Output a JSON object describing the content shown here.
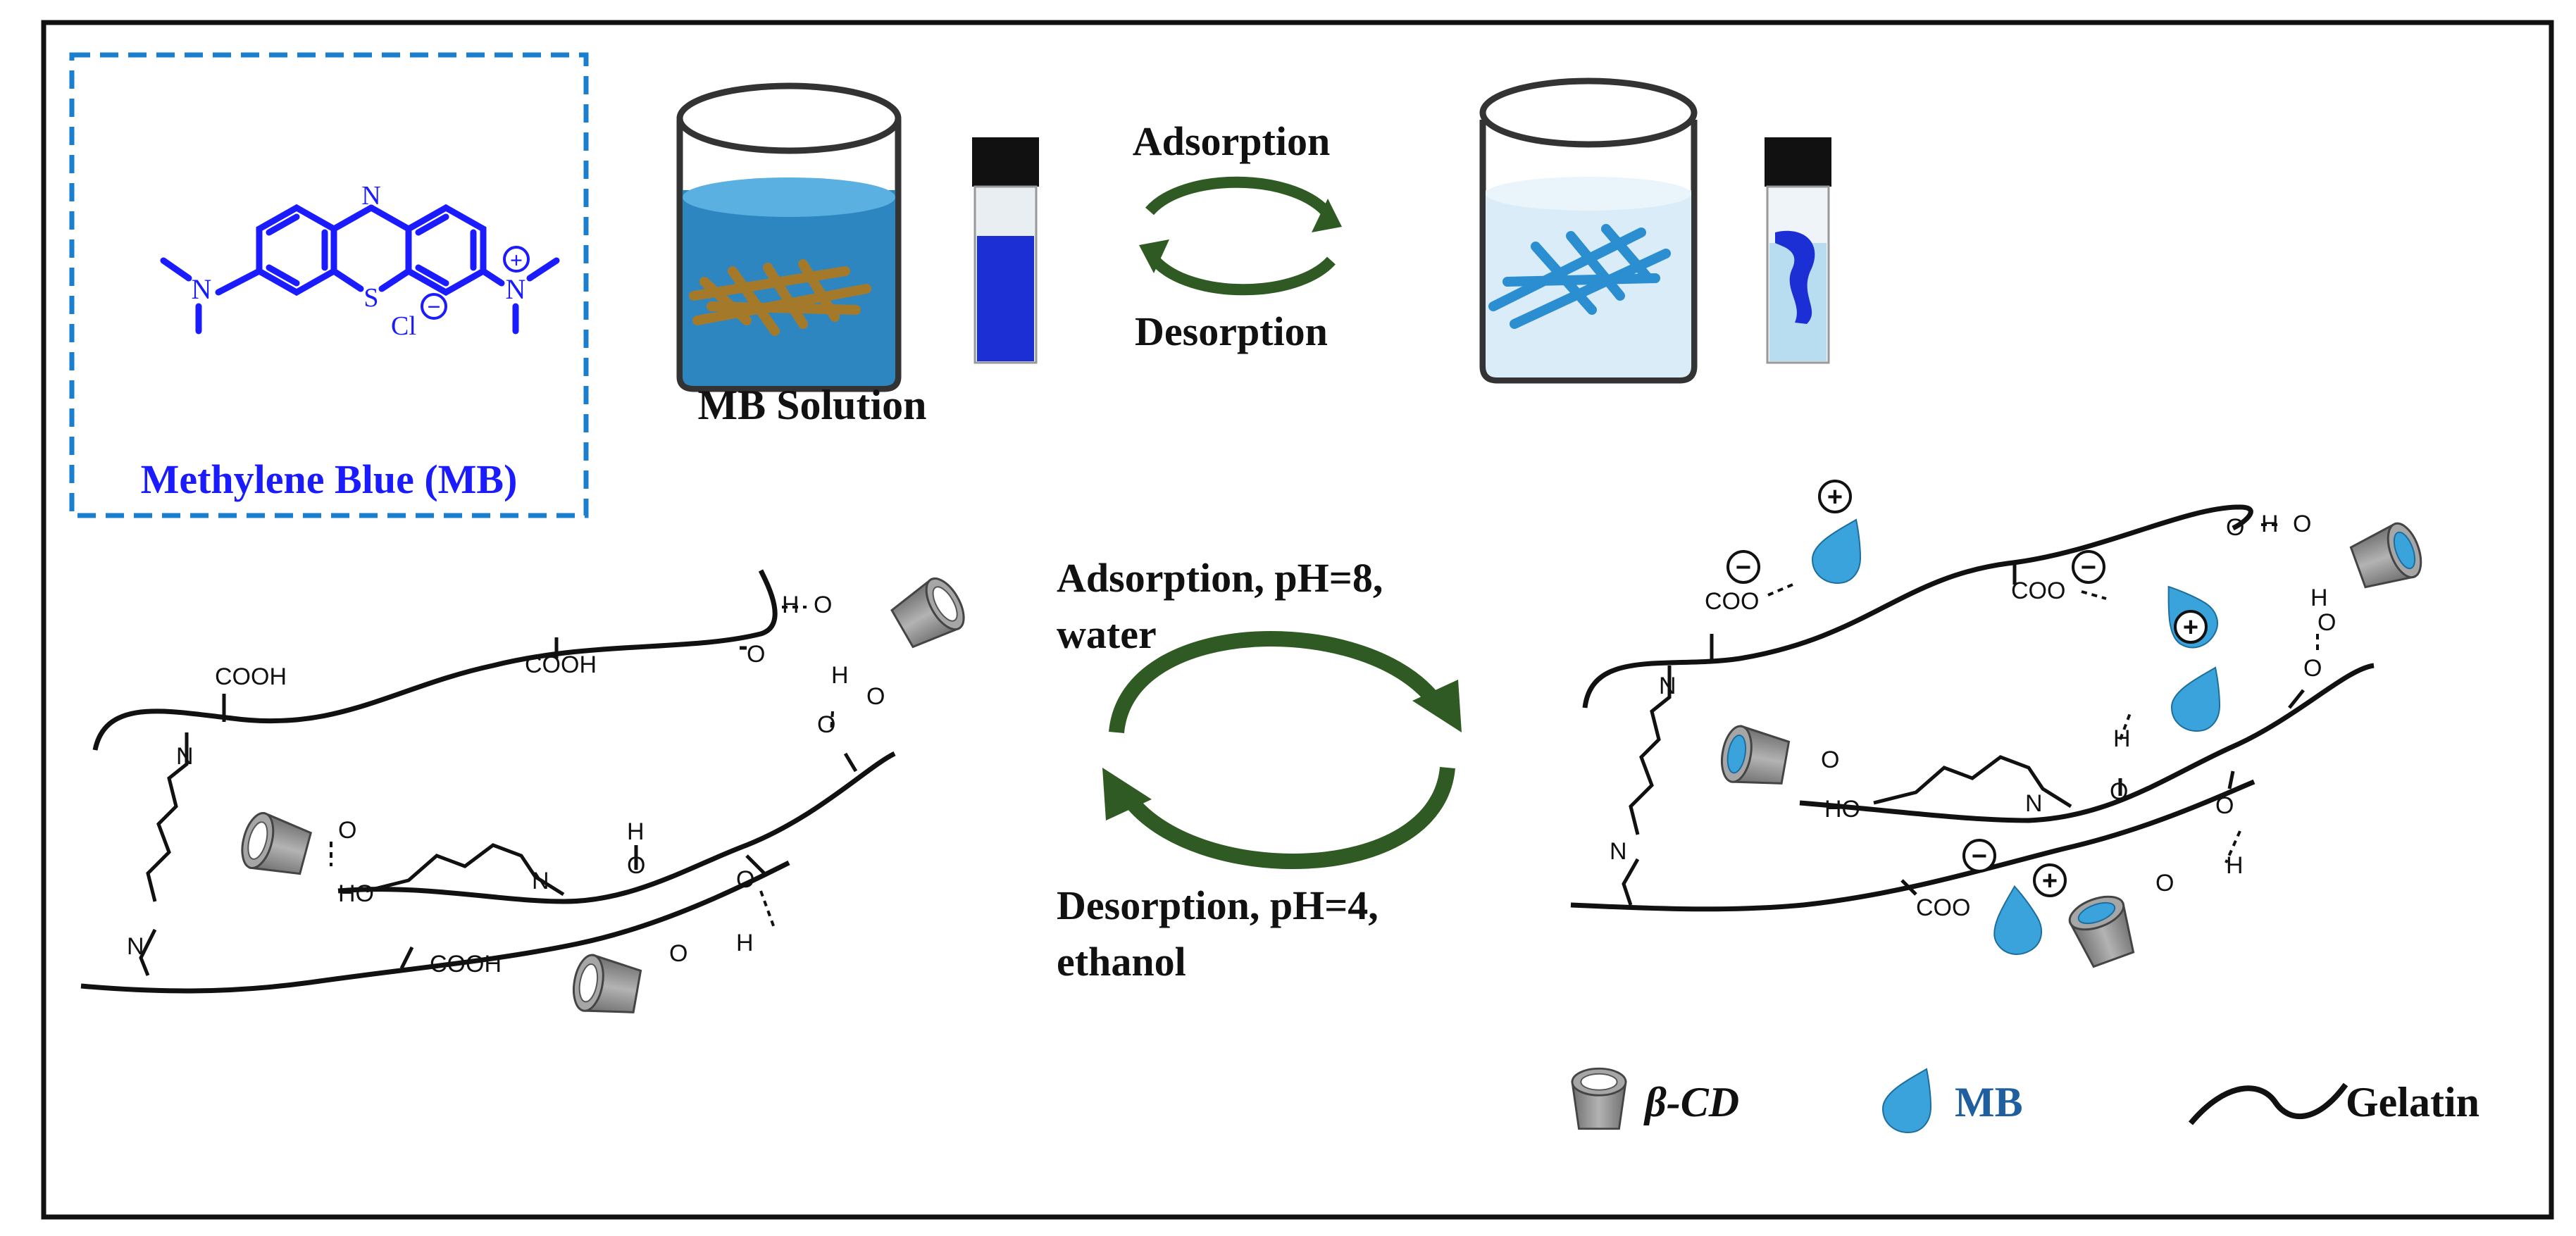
{
  "molecule": {
    "title": "Methylene Blue (MB)",
    "atom_n_top": "N",
    "atom_s": "S",
    "atom_n_right": "N",
    "counter_ion": "Cl",
    "plus": "+",
    "minus": "−"
  },
  "top": {
    "solution_label": "MB Solution",
    "adsorption": "Adsorption",
    "desorption": "Desorption"
  },
  "middle": {
    "adsorption_line1": "Adsorption, pH=8,",
    "adsorption_line2": "water",
    "desorption_line1": "Desorption, pH=4,",
    "desorption_line2": "ethanol"
  },
  "chem_labels": {
    "cooh": "COOH",
    "coo": "COO",
    "n": "N",
    "o": "O",
    "h": "H",
    "ho": "HO"
  },
  "legend": {
    "cd": "β-CD",
    "mb": "MB",
    "gelatin": "Gelatin"
  },
  "colors": {
    "mb_blue": "#3aa3dc",
    "molecule_blue": "#1b1bff",
    "arrow_green": "#2f5a23",
    "fiber_brown": "#a47a2a"
  }
}
